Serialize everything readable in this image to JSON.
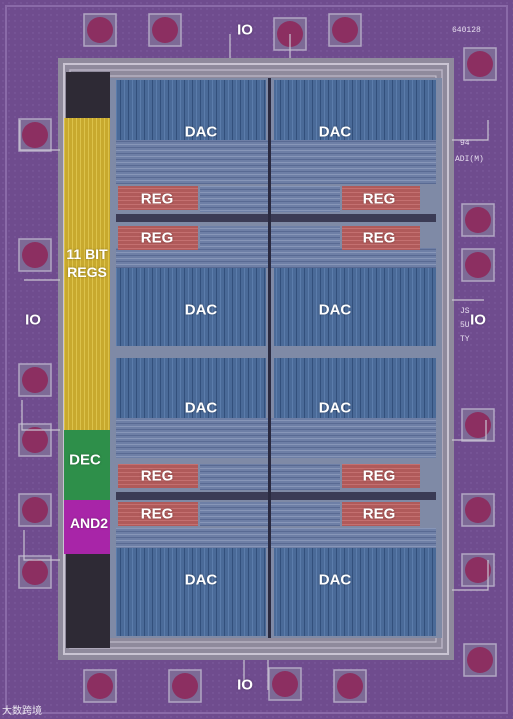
{
  "labels": {
    "io_top": "IO",
    "io_bottom": "IO",
    "io_left": "IO",
    "io_right": "IO",
    "dac": "DAC",
    "reg": "REG",
    "regs_line1": "11 BIT",
    "regs_line2": "REGS",
    "dec": "DEC",
    "and2": "AND2"
  },
  "markings": {
    "part": "640128",
    "year": "94",
    "adi": "ADI(M)",
    "side_code_1": "JS",
    "side_code_2": "5U",
    "side_code_3": "TY"
  },
  "watermark": "大数跨境",
  "colors": {
    "substrate": "#6f4c8e",
    "die_frame": "#a9a4b4",
    "dac_blue": "#4a6a98",
    "reg_red": "#b05a5a",
    "regs_yellow": "#c8a92e",
    "dec_green": "#2e8f4a",
    "and2_magenta": "#a825a8",
    "pad": "#8c2f61"
  }
}
